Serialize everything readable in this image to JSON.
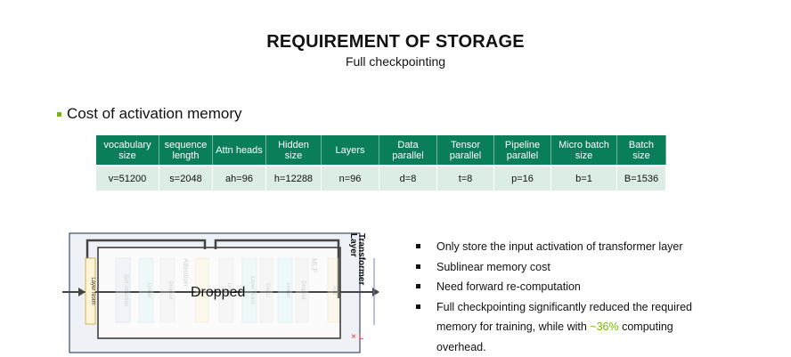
{
  "title": "REQUIREMENT OF STORAGE",
  "subtitle": "Full checkpointing",
  "section_heading": "Cost of activation memory",
  "table": {
    "headers": [
      "vocabulary size",
      "sequence length",
      "Attn heads",
      "Hidden size",
      "Layers",
      "Data parallel",
      "Tensor parallel",
      "Pipeline parallel",
      "Micro batch size",
      "Batch size"
    ],
    "values": [
      "v=51200",
      "s=2048",
      "ah=96",
      "h=12288",
      "n=96",
      "d=8",
      "t=8",
      "p=16",
      "b=1",
      "B=1536"
    ]
  },
  "diagram": {
    "dropped_label": "Dropped",
    "block_label": "Transformer Layer",
    "repeat_label": "× L",
    "layer_norm_label": "Layer Norm",
    "faded_labels": [
      "Self-Attention",
      "Linear",
      "Dropout",
      "Attention",
      "Linear",
      "Layer Norm",
      "GeLU",
      "Linear",
      "Dropout",
      "MLP",
      "Add"
    ]
  },
  "points": {
    "p1": "Only store the input activation of transformer layer",
    "p2": "Sublinear memory cost",
    "p3": "Need forward re-computation",
    "p4_before": "Full checkpointing significantly reduced the required memory for training, while with ",
    "p4_highlight": "~36%",
    "p4_after": " computing overhead."
  },
  "colors": {
    "header_green": "#0a7d5a",
    "row_green": "#dcede5",
    "accent": "#76b900",
    "repeat_red": "#e03030"
  }
}
